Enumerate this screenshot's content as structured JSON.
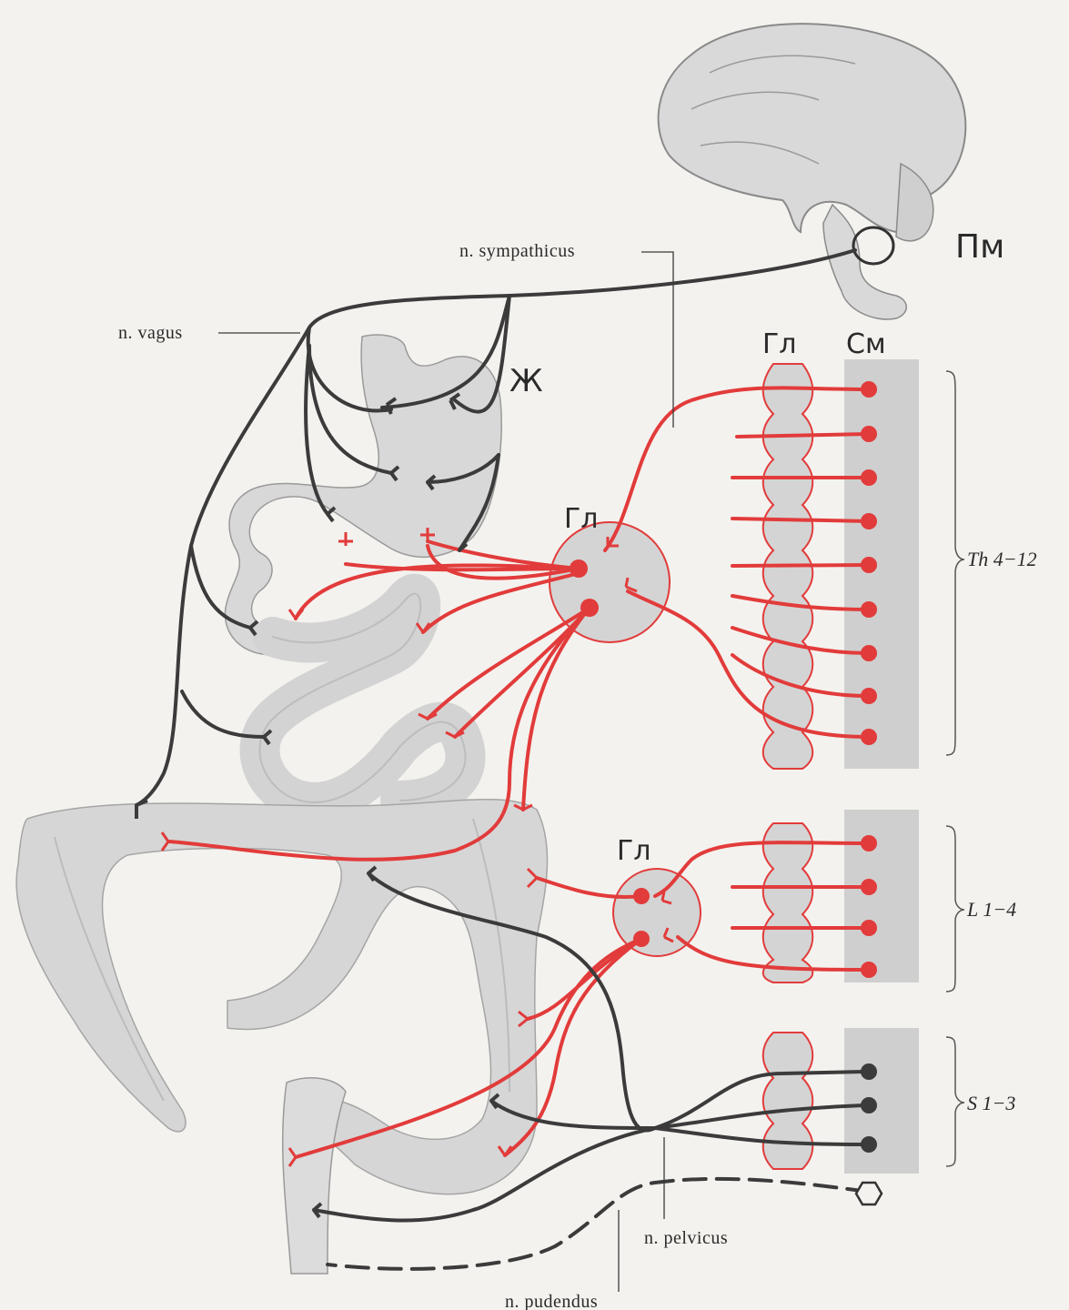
{
  "labels": {
    "medulla": "Пм",
    "ganglia_column": "Гл",
    "spinal_cord": "См",
    "stomach": "Ж",
    "ganglion_upper": "Гл",
    "ganglion_lower": "Гл",
    "vagus": "n. vagus",
    "sympathicus": "n. sympathicus",
    "pelvicus": "n. pelvicus",
    "pudendus": "n. pudendus",
    "segment_thoracic": "Th 4−12",
    "segment_lumbar": "L 1−4",
    "segment_sacral": "S 1−3"
  },
  "colors": {
    "sympathetic": "#e23b3b",
    "parasympathetic": "#3b3b3b",
    "organ": "#d6d6d6",
    "spinal_cord": "#cfcfcf"
  }
}
